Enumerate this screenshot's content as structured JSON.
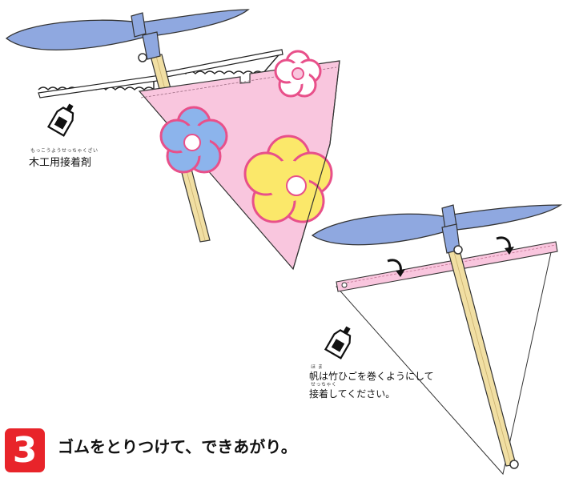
{
  "figure1": {
    "glue_label": "木工用接着剤",
    "glue_ruby": "もっこうようせっちゃくざい",
    "glue_icon": "glue-bottle-icon",
    "colors": {
      "propeller": "#8fa8e0",
      "sail": "#f9c6de",
      "flower_pink_stroke": "#e8508a",
      "flower_blue": "#8cb4ec",
      "flower_yellow": "#fbe86a",
      "stick": "#f1dfa3"
    }
  },
  "figure2": {
    "note_line1": "帆は竹ひごを巻くようにして",
    "note_line2": "接着してください。",
    "note_ruby1": "ほ            ま",
    "note_ruby2": "せっちゃく",
    "glue_icon": "glue-bottle-icon",
    "arrow_icon": "curved-arrow-icon"
  },
  "step": {
    "number": "3",
    "title": "ゴムをとりつけて、できあがり。",
    "badge_color": "#e8242a"
  }
}
